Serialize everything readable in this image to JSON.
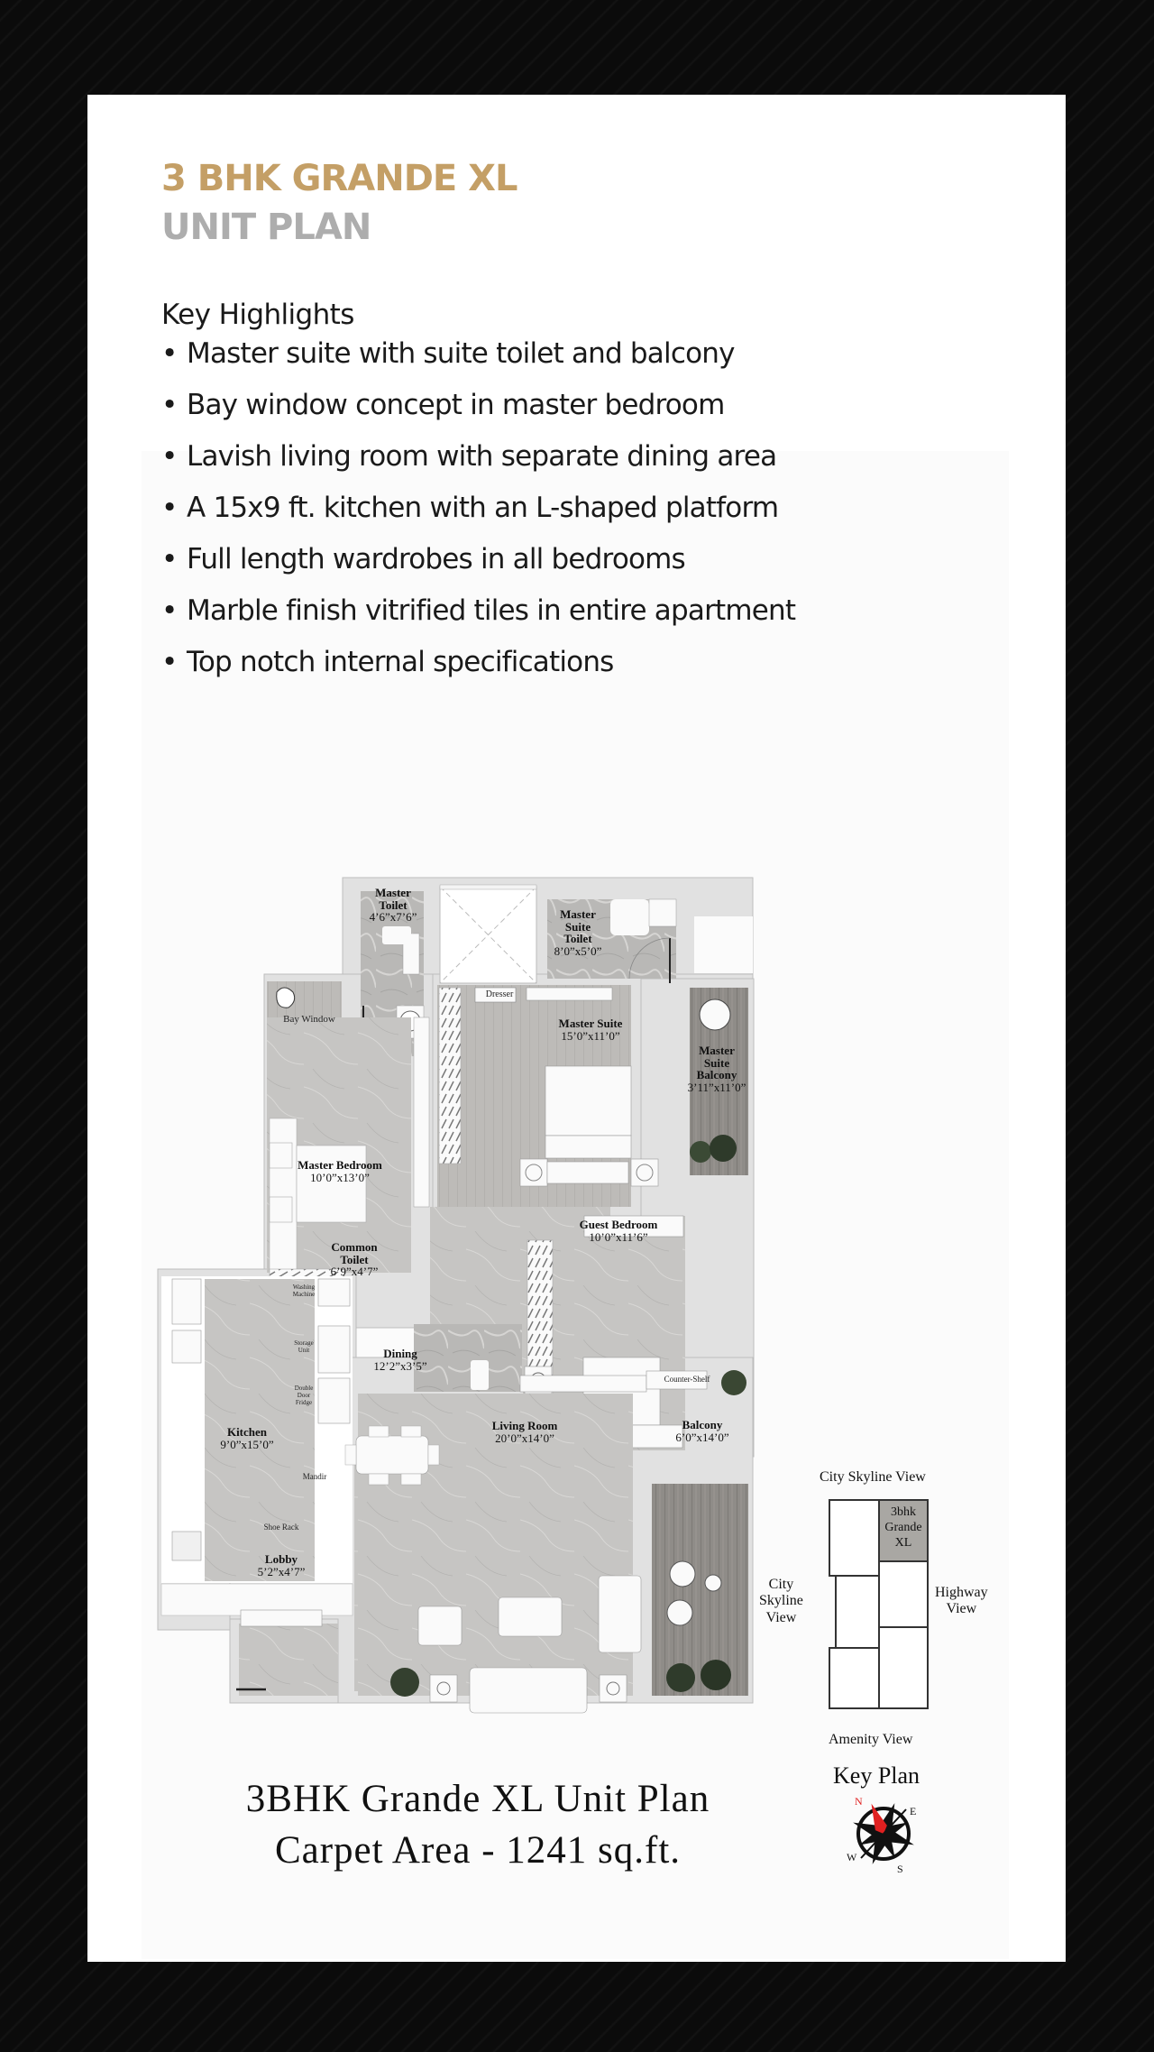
{
  "header": {
    "title": "3 BHK GRANDE XL",
    "subtitle": "UNIT PLAN"
  },
  "highlights": {
    "heading": "Key Highlights",
    "bullet": "•",
    "items": [
      "Master suite with suite toilet and balcony",
      "Bay window concept in master bedroom",
      "Lavish living room with separate dining area",
      "A 15x9 ft. kitchen with an L-shaped platform",
      "Full length wardrobes in all bedrooms",
      "Marble finish vitrified tiles in entire apartment",
      "Top notch internal specifications"
    ]
  },
  "floor_plan": {
    "rooms": {
      "master_toilet": {
        "name_1": "Master",
        "name_2": "Toilet",
        "dim": "4’6”x7’6”"
      },
      "master_suite_toilet": {
        "name_1": "Master",
        "name_2": "Suite",
        "name_3": "Toilet",
        "dim": "8’0”x5’0”"
      },
      "master_suite": {
        "name": "Master Suite",
        "dim": "15’0”x11’0”"
      },
      "master_suite_balcony": {
        "name_1": "Master",
        "name_2": "Suite",
        "name_3": "Balcony",
        "dim": "3’11”x11’0”"
      },
      "master_bedroom": {
        "name": "Master Bedroom",
        "dim": "10’0”x13’0”"
      },
      "guest_bedroom": {
        "name": "Guest Bedroom",
        "dim": "10’0”x11’6”"
      },
      "common_toilet": {
        "name_1": "Common",
        "name_2": "Toilet",
        "dim": "6’9”x4’7”"
      },
      "dining": {
        "name": "Dining",
        "dim": "12’2”x3’5”"
      },
      "kitchen": {
        "name": "Kitchen",
        "dim": "9’0”x15’0”"
      },
      "living_room": {
        "name": "Living Room",
        "dim": "20’0”x14’0”"
      },
      "balcony": {
        "name": "Balcony",
        "dim": "6’0”x14’0”"
      },
      "lobby": {
        "name": "Lobby",
        "dim": "5’2”x4’7”"
      }
    },
    "fixtures": {
      "bay_window": "Bay Window",
      "dresser": "Dresser",
      "washing_machine_1": "Washing",
      "washing_machine_2": "Machine",
      "storage_unit_1": "Storage",
      "storage_unit_2": "Unit",
      "fridge_1": "Double",
      "fridge_2": "Door",
      "fridge_3": "Fridge",
      "mandir": "Mandir",
      "shoe_rack": "Shoe Rack",
      "counter_shelf": "Counter-Shelf"
    }
  },
  "key_plan": {
    "top_view": "City Skyline View",
    "left_view_1": "City",
    "left_view_2": "Skyline",
    "left_view_3": "View",
    "right_view_1": "Highway",
    "right_view_2": "View",
    "bottom_view": "Amenity View",
    "unit_label_1": "3bhk",
    "unit_label_2": "Grande",
    "unit_label_3": "XL",
    "title": "Key Plan",
    "compass": {
      "n": "N",
      "e": "E",
      "s": "S",
      "w": "W"
    }
  },
  "caption": {
    "line1": "3BHK Grande XL Unit Plan",
    "line2": "Carpet Area - 1241 sq.ft."
  },
  "colors": {
    "title_gold": "#c49f66",
    "subtitle_gray": "#adadad",
    "background": "#0b0b0b",
    "card": "#ffffff",
    "floor_marble": "#c9c8c6",
    "wood_floor": "#8f8c88",
    "wall": "#e2e2e2",
    "compass_red": "#e02020"
  }
}
